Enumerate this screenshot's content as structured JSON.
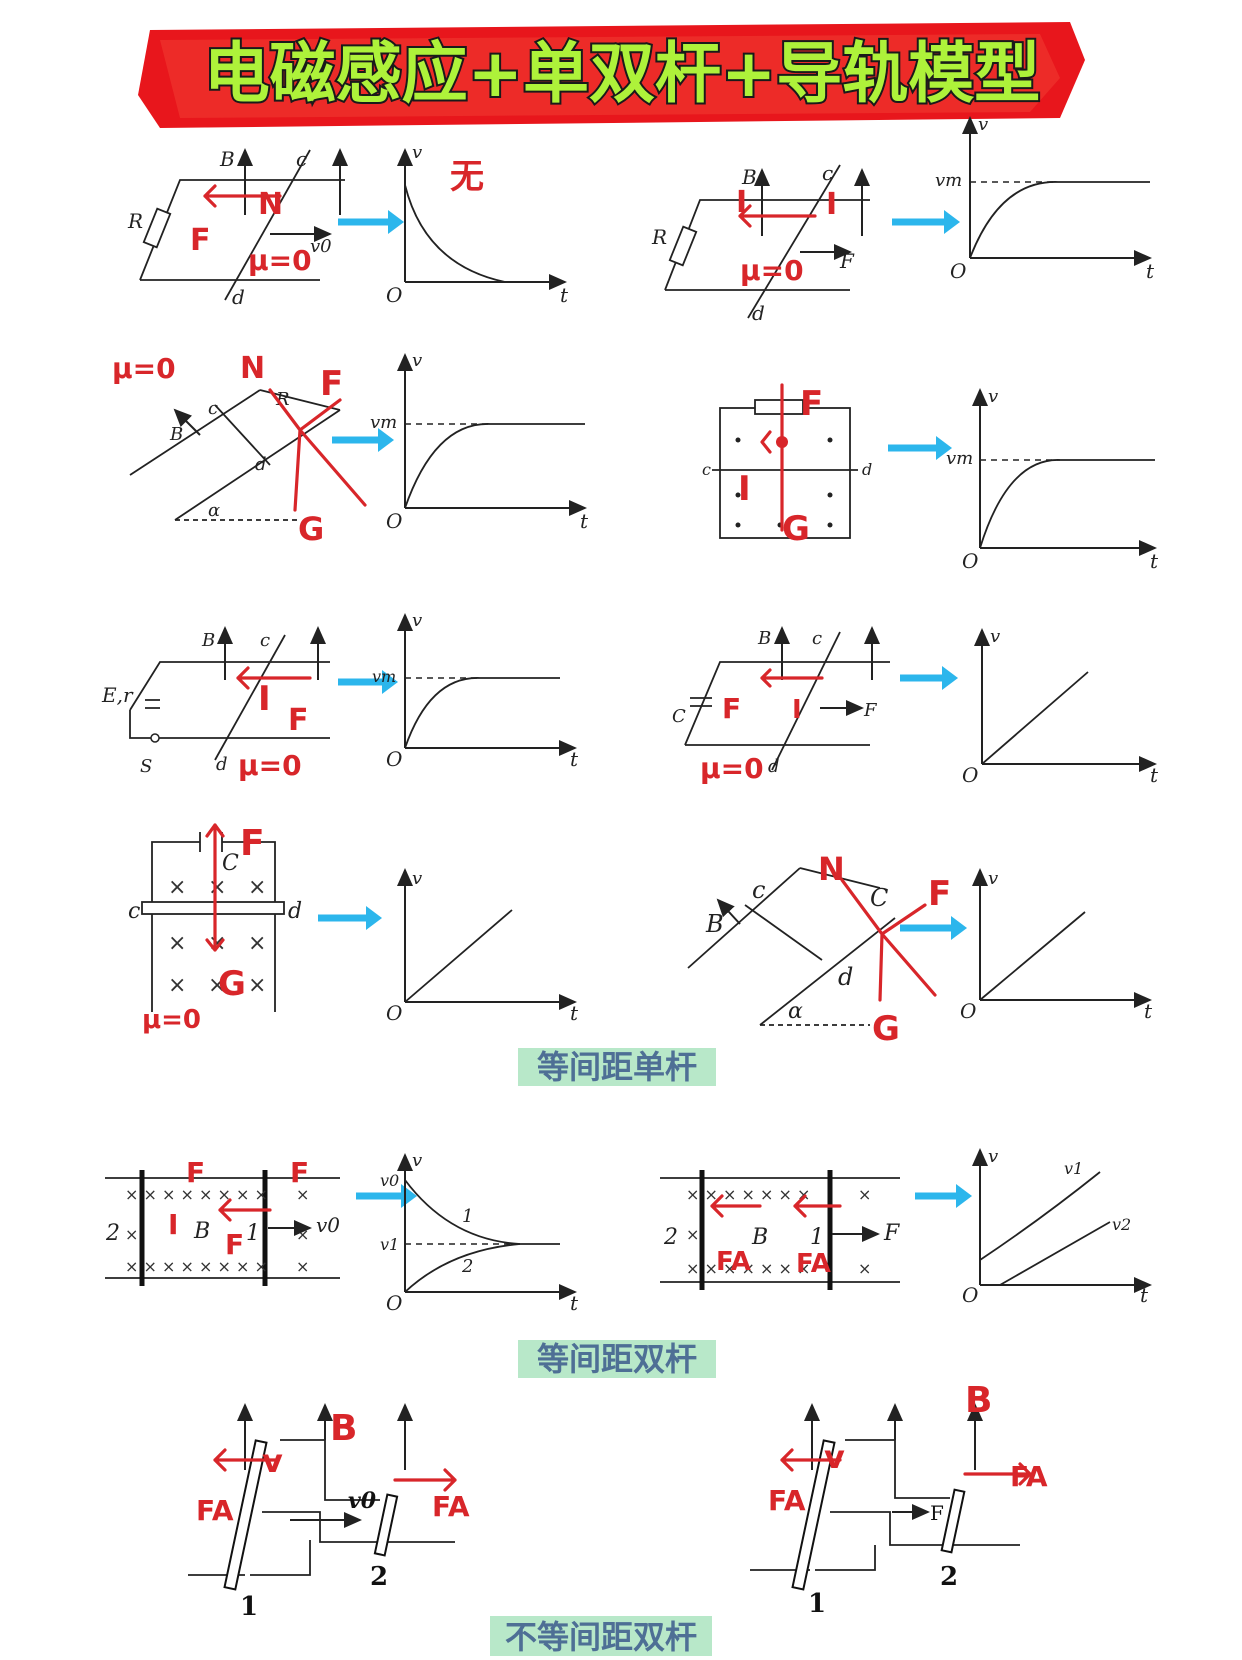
{
  "title": "电磁感应+单双杆+导轨模型",
  "colors": {
    "banner": "#e8161c",
    "title_fill": "#aef23a",
    "arrow": "#2cb6ec",
    "ink": "#d8262a",
    "section_bg": "#b8e8c9"
  },
  "sections": {
    "single": "等间距单杆",
    "double": "等间距双杆",
    "unequal": "不等间距双杆"
  },
  "labels": {
    "B": "B",
    "c": "c",
    "d": "d",
    "R": "R",
    "v": "v",
    "t": "t",
    "O": "O",
    "v0": "v0",
    "vm": "vm",
    "F": "F",
    "Er": "E,r",
    "S": "S",
    "C": "C",
    "alpha": "α",
    "one": "1",
    "two": "2",
    "v1": "v1",
    "v2": "v2"
  },
  "handwriting": {
    "mu0": "μ=0",
    "F": "F",
    "N": "N",
    "G": "G",
    "I": "I",
    "v": "v",
    "FA": "FA",
    "B": "B",
    "nothing": "无"
  }
}
